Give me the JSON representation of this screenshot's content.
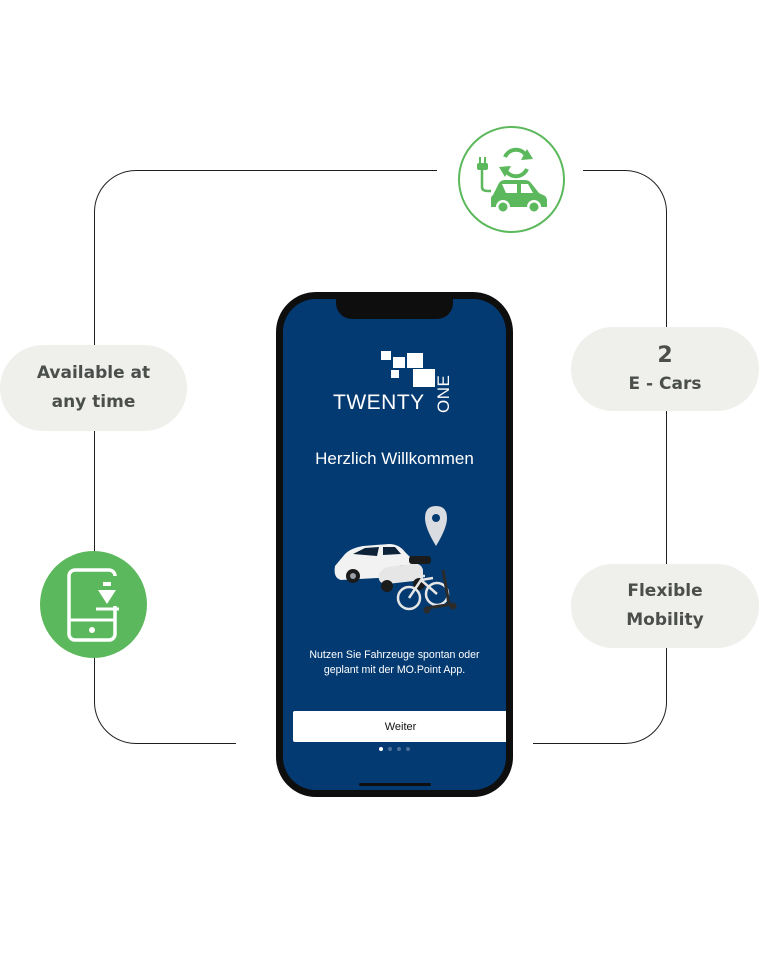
{
  "features": {
    "availability": {
      "line1": "Available at",
      "line2": "any time"
    },
    "ecars": {
      "count": "2",
      "label": "E - Cars"
    },
    "mobility": {
      "line1": "Flexible",
      "line2": "Mobility"
    }
  },
  "icons": {
    "charging": "car-charging-icon",
    "download": "phone-download-icon"
  },
  "phone": {
    "brand": {
      "word1": "TWENTY",
      "word2": "ONE"
    },
    "welcome": "Herzlich Willkommen",
    "description": "Nutzen Sie Fahrzeuge spontan oder geplant mit der MO.Point App.",
    "button_label": "Weiter",
    "pager": {
      "total": 4,
      "active": 1
    }
  },
  "colors": {
    "accent_green": "#5cb85c",
    "phone_screen": "#043a72",
    "pill_background": "#efefec",
    "pill_text": "#4b4f4c"
  }
}
